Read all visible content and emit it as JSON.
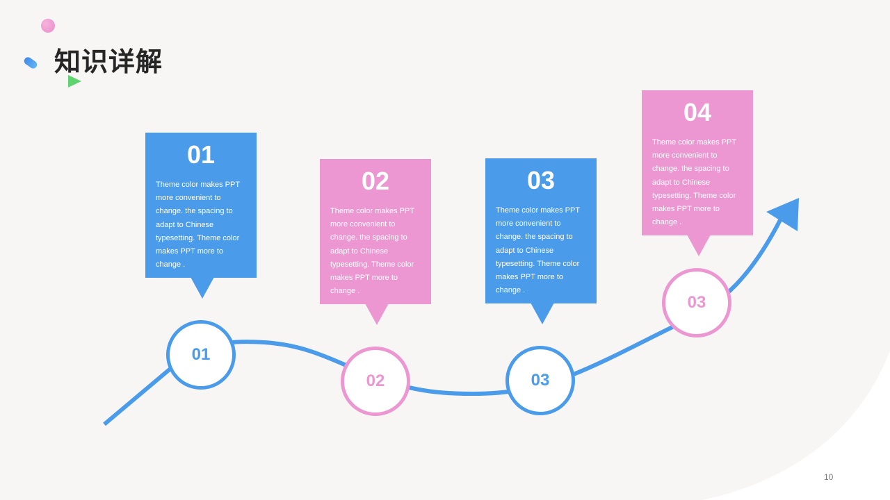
{
  "title": "知识详解",
  "page_number": "10",
  "colors": {
    "blue": "#4a9be9",
    "pink": "#ec97d1",
    "background": "#f8f6f5"
  },
  "cards": [
    {
      "num": "01",
      "desc": "Theme  color makes PPT more convenient to change. the spacing to adapt to Chinese typesetting. Theme  color makes PPT more to change .",
      "color": "blue"
    },
    {
      "num": "02",
      "desc": "Theme  color makes PPT more convenient to change. the spacing to adapt to Chinese typesetting. Theme  color makes PPT more to change .",
      "color": "pink"
    },
    {
      "num": "03",
      "desc": "Theme  color makes PPT more convenient to change. the spacing to adapt to Chinese typesetting. Theme  color makes PPT more to change .",
      "color": "blue"
    },
    {
      "num": "04",
      "desc": "Theme  color makes PPT more convenient to change. the spacing to adapt to Chinese typesetting. Theme  color makes PPT more to change .",
      "color": "pink"
    }
  ],
  "nodes": [
    {
      "label": "01",
      "color": "blue"
    },
    {
      "label": "02",
      "color": "pink"
    },
    {
      "label": "03",
      "color": "blue"
    },
    {
      "label": "03",
      "color": "pink"
    }
  ]
}
